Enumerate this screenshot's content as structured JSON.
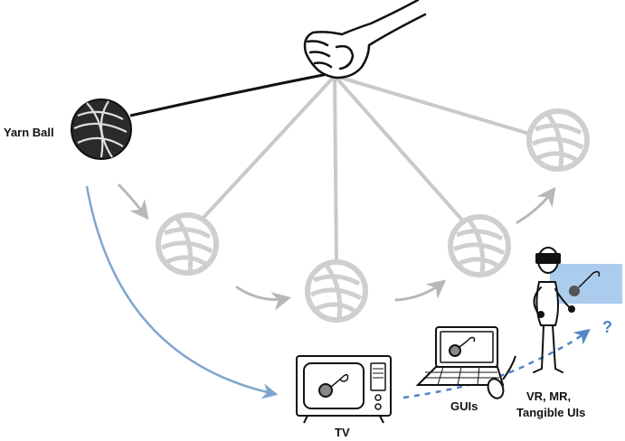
{
  "labels": {
    "yarn_ball": "Yarn Ball",
    "tv": "TV",
    "guis": "GUIs",
    "vr_line1": "VR, MR,",
    "vr_line2": "Tangible UIs",
    "question": "?"
  },
  "colors": {
    "ink": "#111111",
    "ghost_ball": "#cfcfcf",
    "ghost_string": "#c9c9c9",
    "arrow_gray": "#b8b8b8",
    "accent_blue": "#7fa6cf",
    "dotted_blue": "#4f86c6",
    "vr_panel": "#9cc3ea"
  },
  "icons": [
    "hand-icon",
    "yarn-ball-icon",
    "tv-icon",
    "laptop-icon",
    "mouse-icon",
    "vr-person-icon"
  ]
}
